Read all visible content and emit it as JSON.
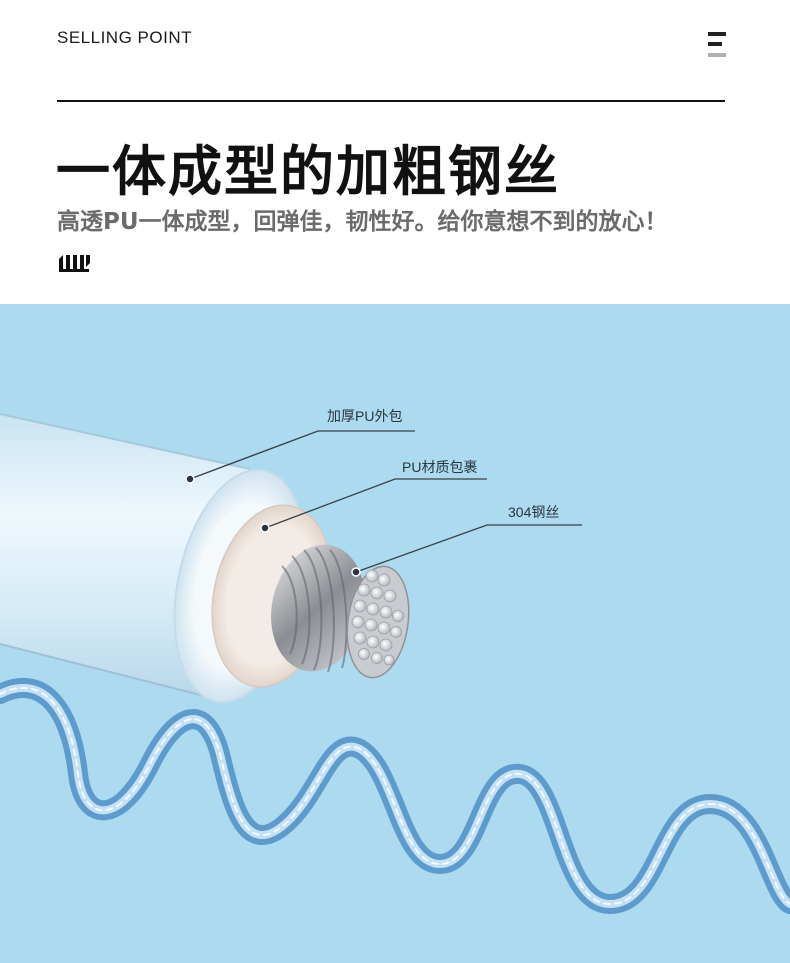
{
  "header": {
    "section_label": "SELLING POINT",
    "menu_icon": "menu-icon"
  },
  "hero": {
    "title": "一体成型的加粗钢丝",
    "subtitle": "高透PU一体成型，回弹佳，韧性好。给你意想不到的放心！",
    "decor_icon": "stripes-icon"
  },
  "diagram": {
    "background_color": "#acdaef",
    "callouts": [
      {
        "label": "加厚PU外包"
      },
      {
        "label": "PU材质包裹"
      },
      {
        "label": "304钢丝"
      }
    ]
  },
  "colors": {
    "text_dark": "#111111",
    "text_gray": "#6b6b6b",
    "panel_blue": "#acdaef"
  }
}
